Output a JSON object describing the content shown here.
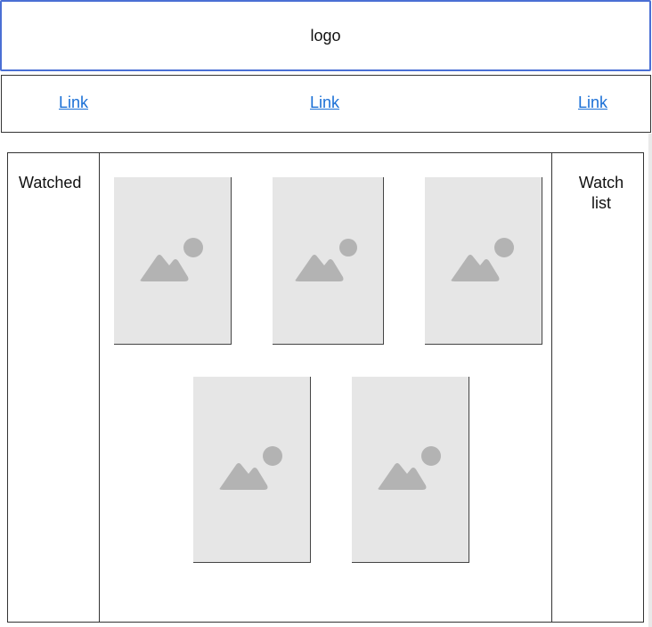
{
  "header": {
    "logo_text": "logo"
  },
  "nav": {
    "links": [
      {
        "label": "Link"
      },
      {
        "label": "Link"
      },
      {
        "label": "Link"
      }
    ]
  },
  "sidebar_left": {
    "label": "Watched"
  },
  "sidebar_right": {
    "label_line1": "Watch",
    "label_line2": "list"
  },
  "gallery": {
    "items": [
      {
        "icon": "image-placeholder-icon"
      },
      {
        "icon": "image-placeholder-icon"
      },
      {
        "icon": "image-placeholder-icon"
      },
      {
        "icon": "image-placeholder-icon"
      },
      {
        "icon": "image-placeholder-icon"
      }
    ]
  },
  "colors": {
    "logo_border": "#4a6fd4",
    "link": "#1a6fd6",
    "placeholder_bg": "#e6e6e6",
    "placeholder_icon": "#b3b3b3"
  }
}
